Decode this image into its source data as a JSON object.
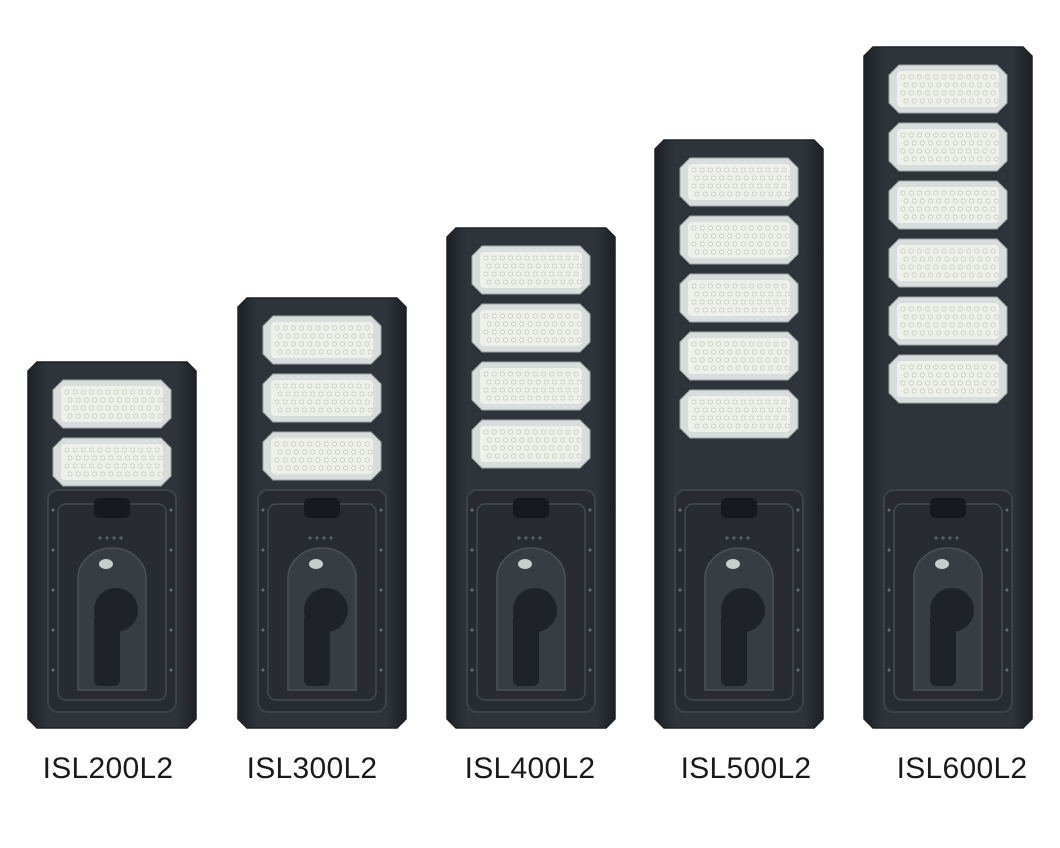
{
  "products": [
    {
      "model": "ISL200L2",
      "led_modules": 2
    },
    {
      "model": "ISL300L2",
      "led_modules": 3
    },
    {
      "model": "ISL400L2",
      "led_modules": 4
    },
    {
      "model": "ISL500L2",
      "led_modules": 5
    },
    {
      "model": "ISL600L2",
      "led_modules": 6
    }
  ],
  "colors": {
    "housing": "#2f343b",
    "housing_edge": "#1d2126",
    "lens_frame": "#d9dcdd",
    "led": "#f4f6ee",
    "background": "#ffffff"
  }
}
